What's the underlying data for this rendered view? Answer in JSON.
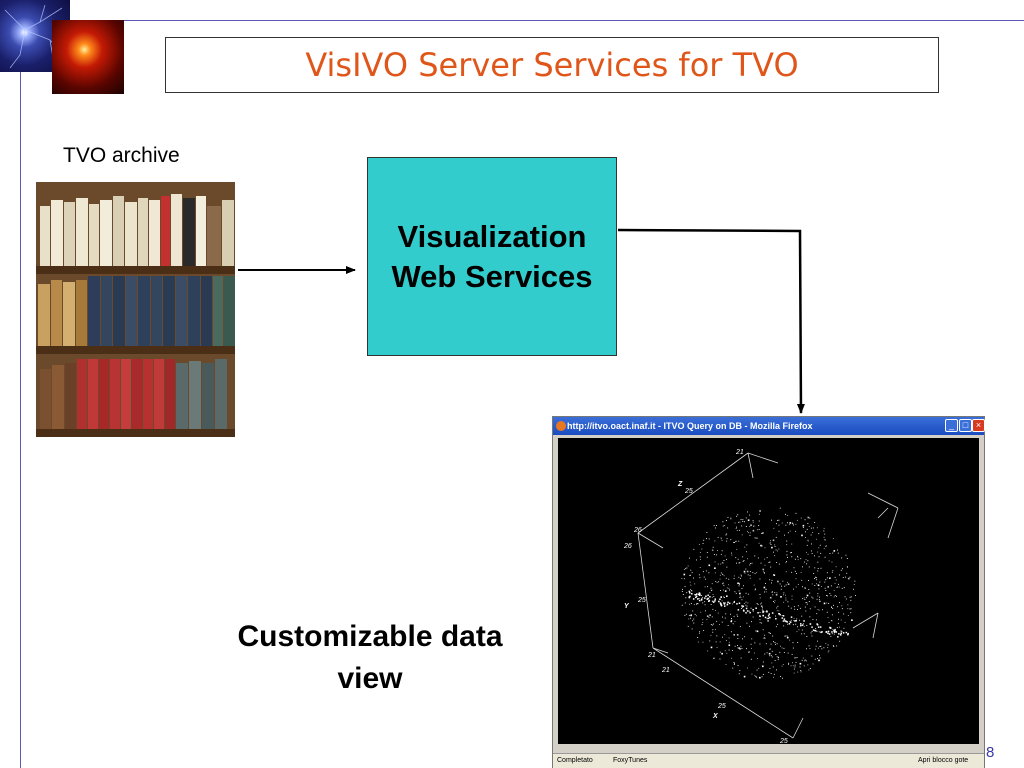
{
  "slide": {
    "title": "VisIVO Server Services for TVO",
    "number": "8"
  },
  "archive": {
    "label": "TVO archive"
  },
  "service_box": {
    "line1": "Visualization",
    "line2": "Web Services",
    "color": "#33cccc"
  },
  "caption": {
    "line1": "Customizable data",
    "line2": "view"
  },
  "browser": {
    "title": "http://itvo.oact.inaf.it - ITVO Query on DB - Mozilla Firefox",
    "status": "Completato",
    "addon": "FoxyTunes",
    "popup": "Apri blocco gote",
    "axes": {
      "z_label": "Z",
      "y_label": "Y",
      "x_label": "X",
      "ticks": [
        "21",
        "25",
        "26",
        "26",
        "25",
        "21",
        "21",
        "25",
        "25"
      ]
    }
  },
  "colors": {
    "title": "#e0561a",
    "rule": "#5b5bb5",
    "page_number": "#3a3aa8"
  }
}
